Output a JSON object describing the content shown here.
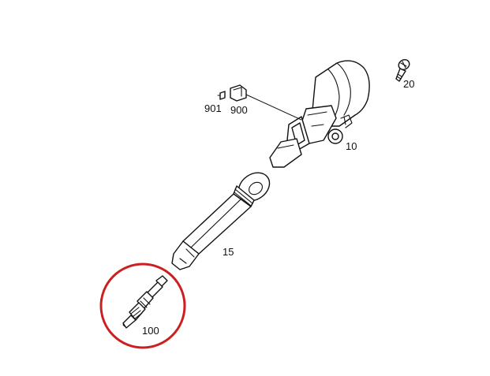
{
  "labels": {
    "p10": "10",
    "p15": "15",
    "p20": "20",
    "p900": "900",
    "p901": "901",
    "p100": "100"
  },
  "colors": {
    "line": "#111111",
    "highlight": "#cc1f1f",
    "background": "#ffffff"
  }
}
